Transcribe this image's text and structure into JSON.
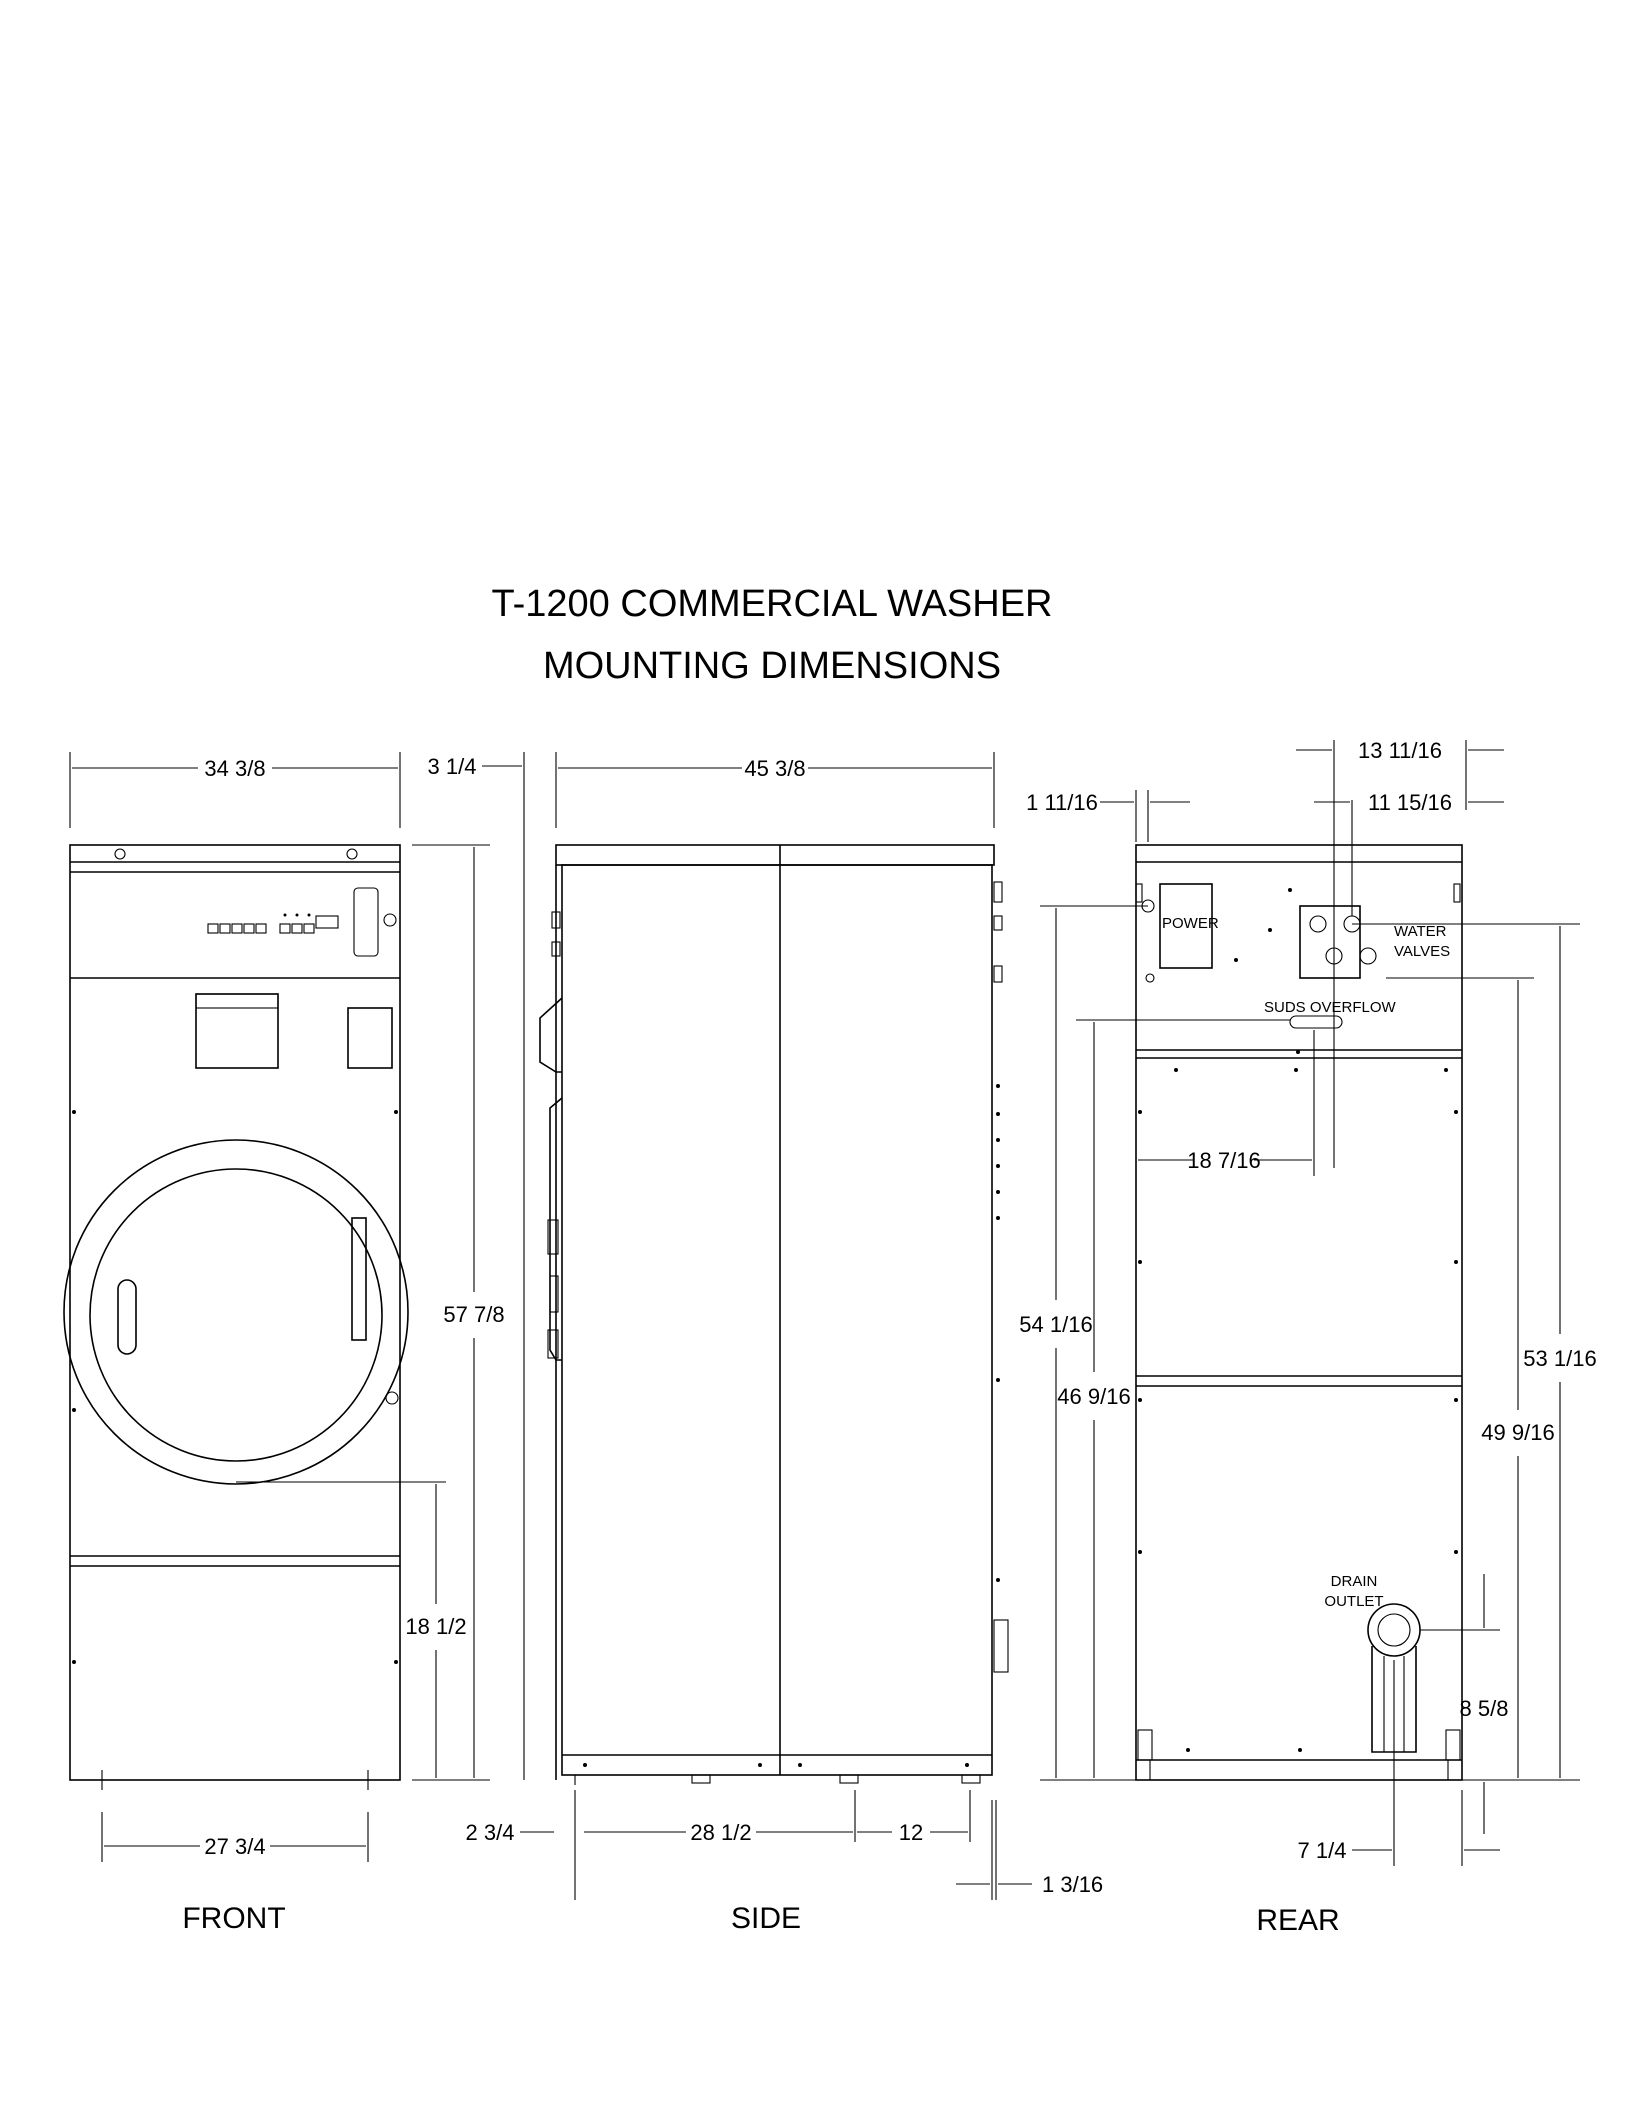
{
  "title": {
    "line1": "T-1200 COMMERCIAL WASHER",
    "line2": "MOUNTING DIMENSIONS"
  },
  "views": {
    "front": "FRONT",
    "side": "SIDE",
    "rear": "REAR"
  },
  "front_dims": {
    "width": "34 3/8",
    "height": "57 7/8",
    "door_center_height": "18 1/2",
    "base_width": "27 3/4"
  },
  "side_dims": {
    "top_offset": "3 1/4",
    "depth": "45 3/8",
    "front_foot_offset": "2 3/4",
    "foot_spacing": "28 1/2",
    "rear_foot_spacing": "12",
    "rear_offset": "1 3/16"
  },
  "rear_dims": {
    "power_offset": "1 11/16",
    "valve_offset_1": "13 11/16",
    "valve_offset_2": "11 15/16",
    "suds_overflow_offset": "18 7/16",
    "power_height": "54 1/16",
    "suds_overflow_height": "46 9/16",
    "valve_height_1": "53 1/16",
    "valve_height_2": "49 9/16",
    "drain_height": "8 5/8",
    "drain_offset": "7 1/4"
  },
  "rear_labels": {
    "power": "POWER",
    "water_line1": "WATER",
    "water_line2": "VALVES",
    "suds_overflow": "SUDS OVERFLOW",
    "drain_line1": "DRAIN",
    "drain_line2": "OUTLET"
  }
}
